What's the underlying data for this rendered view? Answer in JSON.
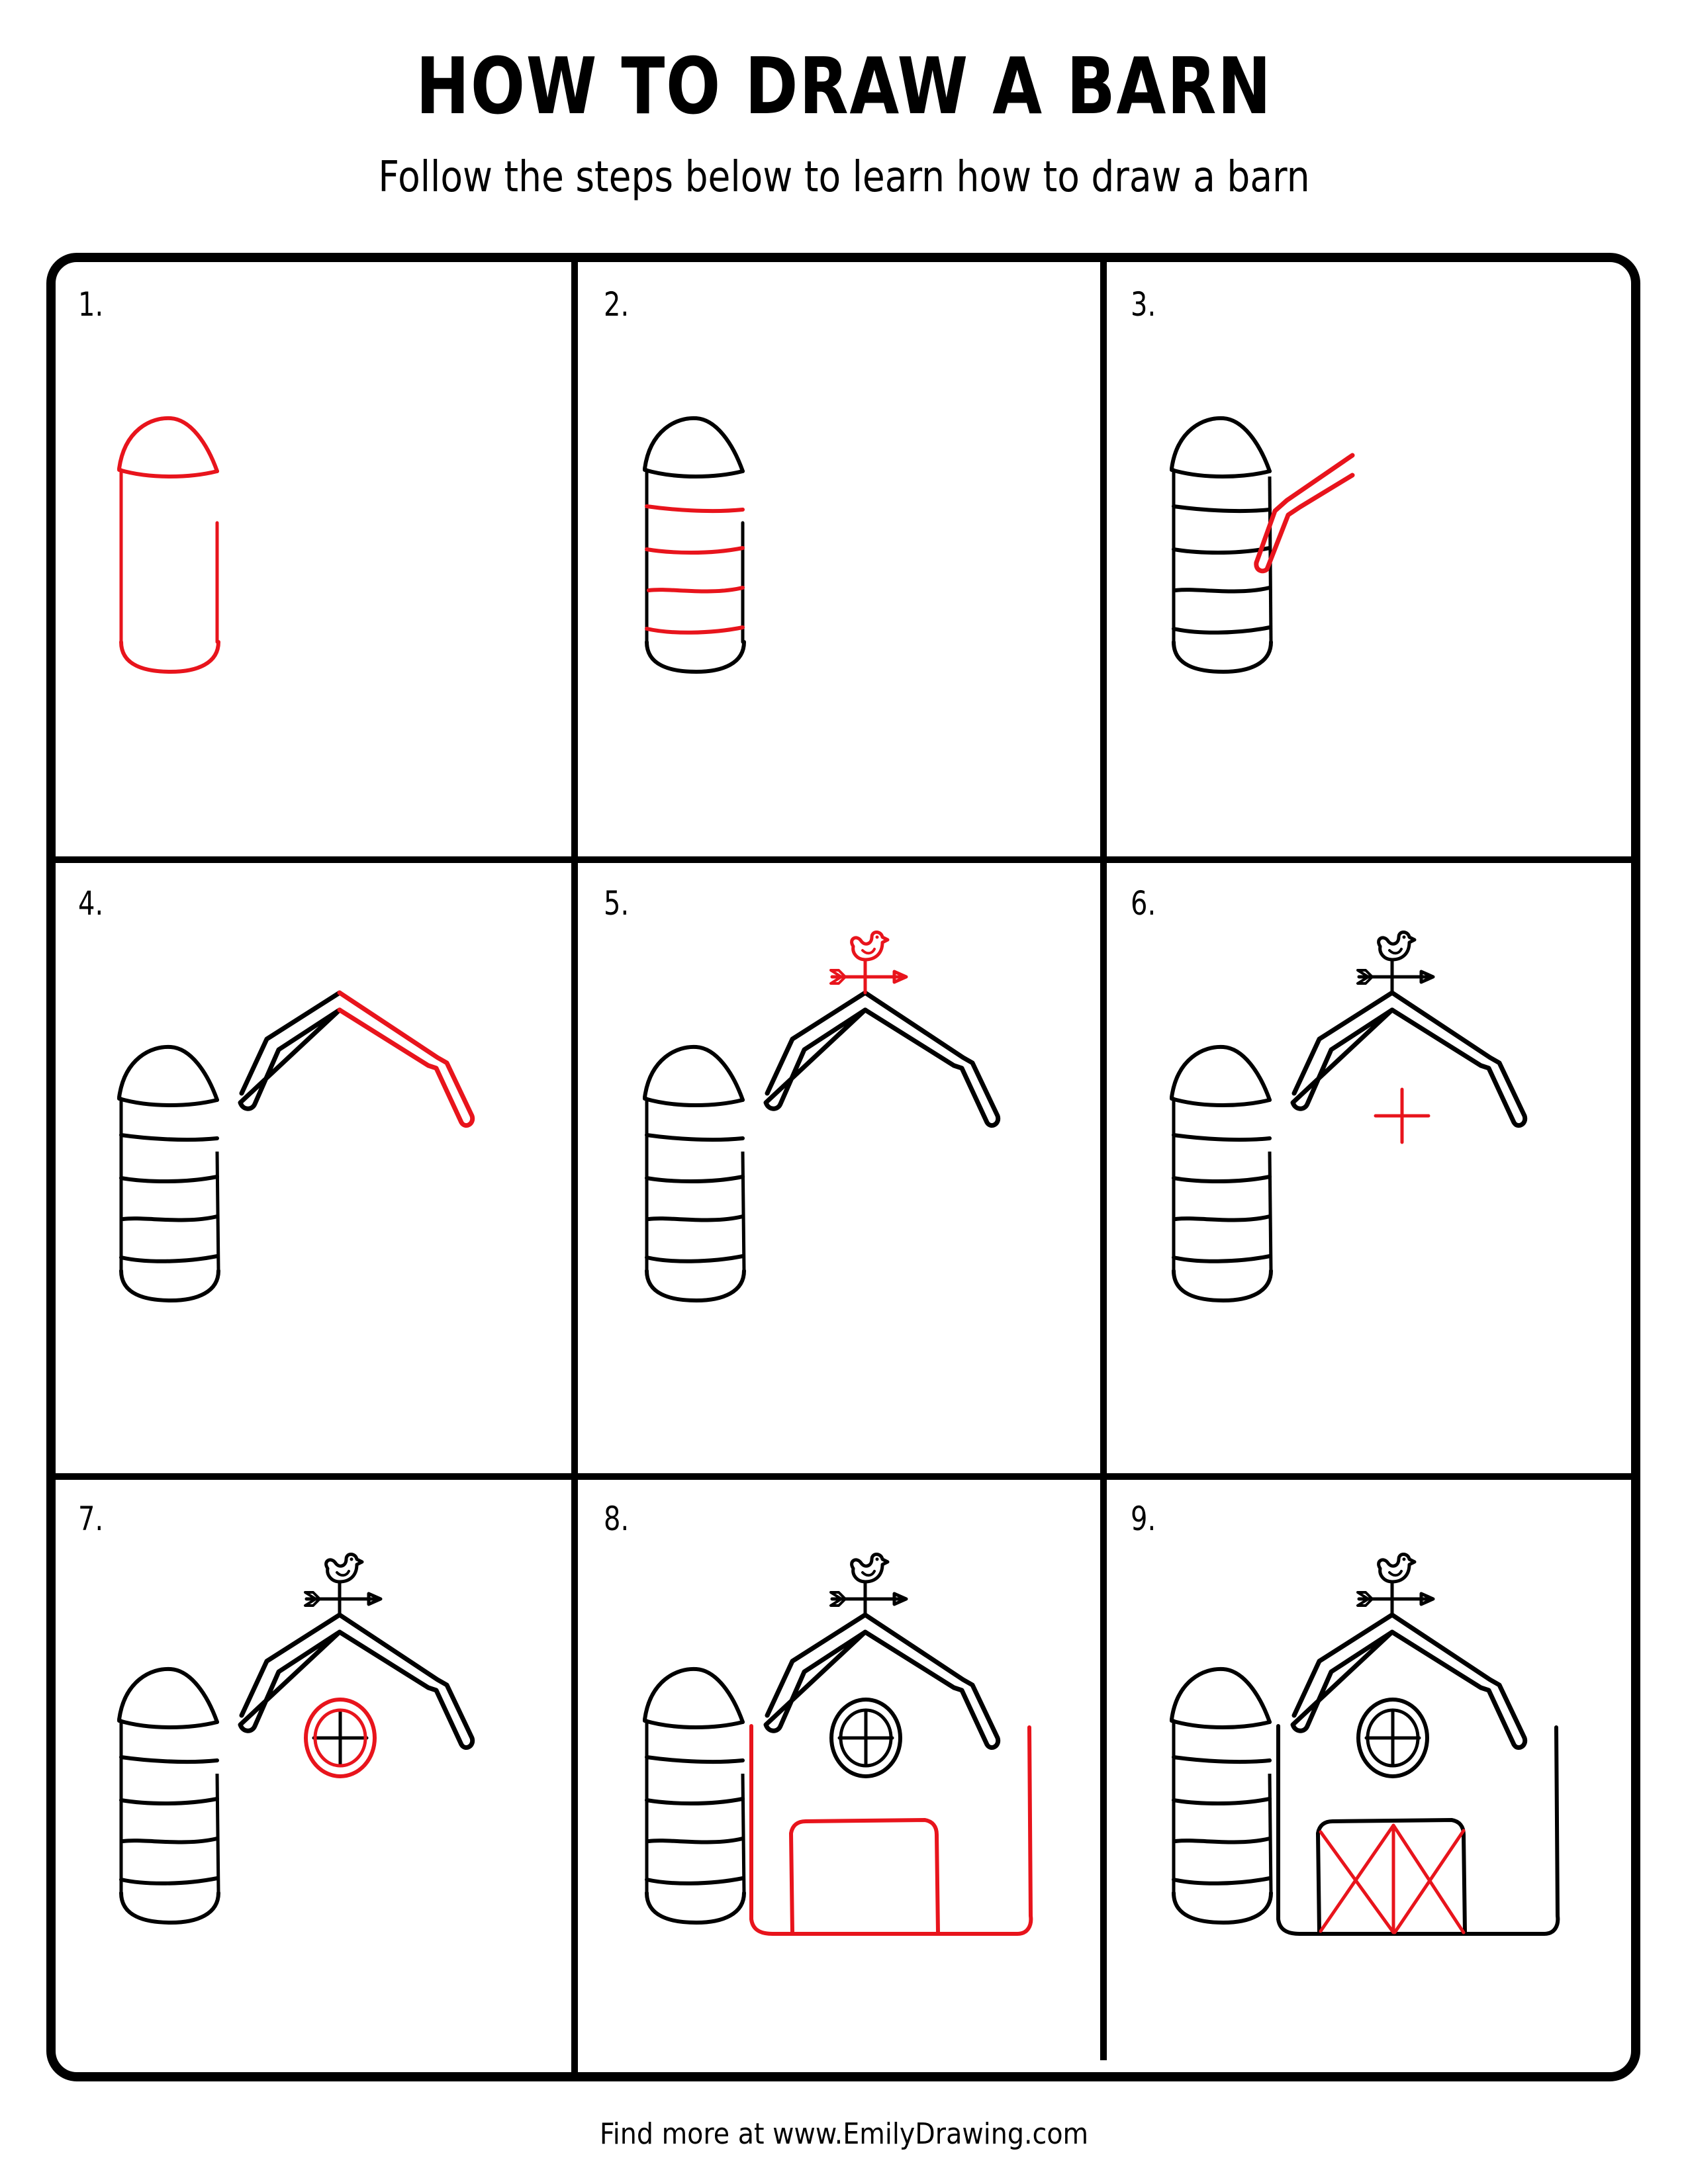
{
  "header": {
    "title": "HOW TO DRAW A BARN",
    "subtitle": "Follow the steps below to learn how to draw a barn"
  },
  "steps": [
    {
      "label": "1.",
      "description": "Silo outline: dome top and cylinder sides",
      "new_parts": [
        "dome",
        "silo-sides",
        "silo-bottom"
      ]
    },
    {
      "label": "2.",
      "description": "Silo bands",
      "new_parts": [
        "silo-bands"
      ]
    },
    {
      "label": "3.",
      "description": "Left roof section",
      "new_parts": [
        "left-roof"
      ]
    },
    {
      "label": "4.",
      "description": "Right roof section",
      "new_parts": [
        "right-roof"
      ]
    },
    {
      "label": "5.",
      "description": "Weather vane with bird",
      "new_parts": [
        "weather-vane"
      ]
    },
    {
      "label": "6.",
      "description": "Window center cross",
      "new_parts": [
        "window-cross"
      ]
    },
    {
      "label": "7.",
      "description": "Round window frame",
      "new_parts": [
        "round-window"
      ]
    },
    {
      "label": "8.",
      "description": "Barn walls and door outline",
      "new_parts": [
        "barn-walls",
        "door-outline"
      ]
    },
    {
      "label": "9.",
      "description": "Door X braces",
      "new_parts": [
        "door-braces"
      ]
    }
  ],
  "colors": {
    "outline": "#000000",
    "highlight": "#e8141c",
    "background": "#ffffff"
  },
  "footer": {
    "text": "Find more at www.EmilyDrawing.com"
  }
}
